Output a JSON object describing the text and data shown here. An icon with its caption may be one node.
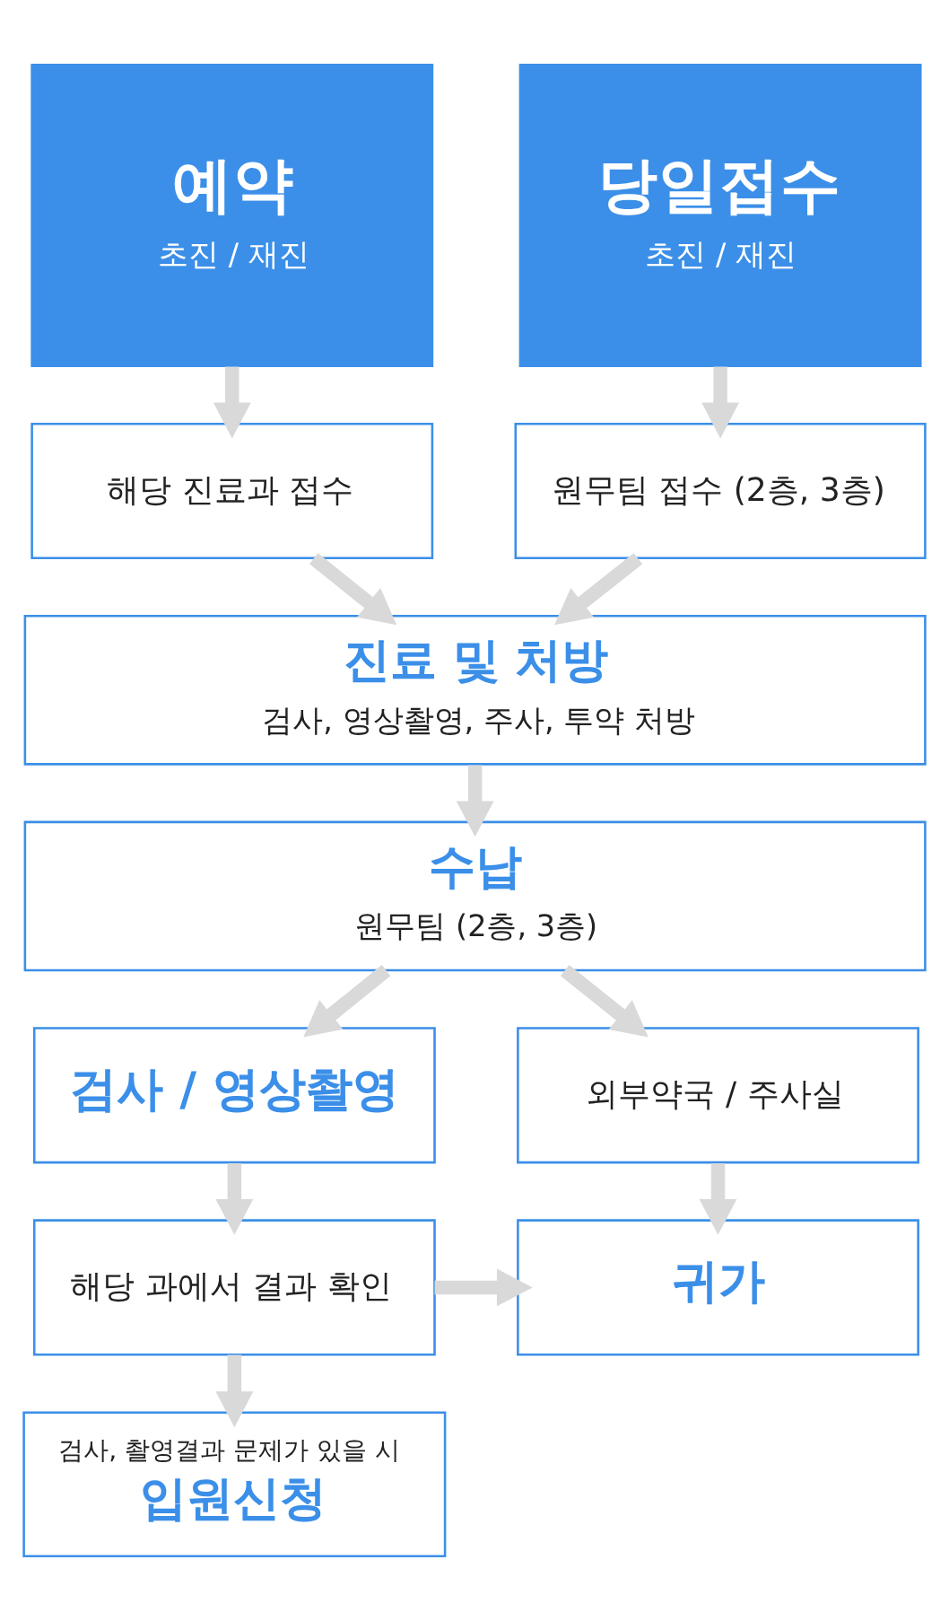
{
  "diagram": {
    "nodes": [
      {
        "text": [
          "예약",
          "초진 / 재진"
        ]
      },
      {
        "text": [
          "당일접수",
          "초진 / 재진"
        ]
      },
      {
        "text": [
          "해당 진료과 접수"
        ]
      },
      {
        "text": [
          "원무팀 접수 (2층, 3층)"
        ]
      },
      {
        "text": [
          "진료 및 처방",
          "검사, 영상촬영, 주사, 투약 처방"
        ]
      },
      {
        "text": [
          "수납",
          "원무팀 (2층, 3층)"
        ]
      },
      {
        "text": [
          "검사 / 영상촬영"
        ]
      },
      {
        "text": [
          "외부약국 / 주사실"
        ]
      },
      {
        "text": [
          "해당 과에서 결과 확인"
        ]
      },
      {
        "text": [
          "귀가"
        ]
      },
      {
        "text": [
          "검사, 촬영결과 문제가 있을 시",
          "입원신청"
        ]
      }
    ],
    "edges": [
      {
        "from": 0,
        "to": 2,
        "arrow": "to"
      },
      {
        "from": 1,
        "to": 3,
        "arrow": "to"
      },
      {
        "from": 2,
        "to": 4,
        "arrow": "to"
      },
      {
        "from": 3,
        "to": 4,
        "arrow": "to"
      },
      {
        "from": 4,
        "to": 5,
        "arrow": "to"
      },
      {
        "from": 5,
        "to": 6,
        "arrow": "to"
      },
      {
        "from": 5,
        "to": 7,
        "arrow": "to"
      },
      {
        "from": 6,
        "to": 8,
        "arrow": "to"
      },
      {
        "from": 7,
        "to": 9,
        "arrow": "to"
      },
      {
        "from": 8,
        "to": 9,
        "arrow": "to"
      },
      {
        "from": 8,
        "to": 10,
        "arrow": "to"
      }
    ]
  }
}
